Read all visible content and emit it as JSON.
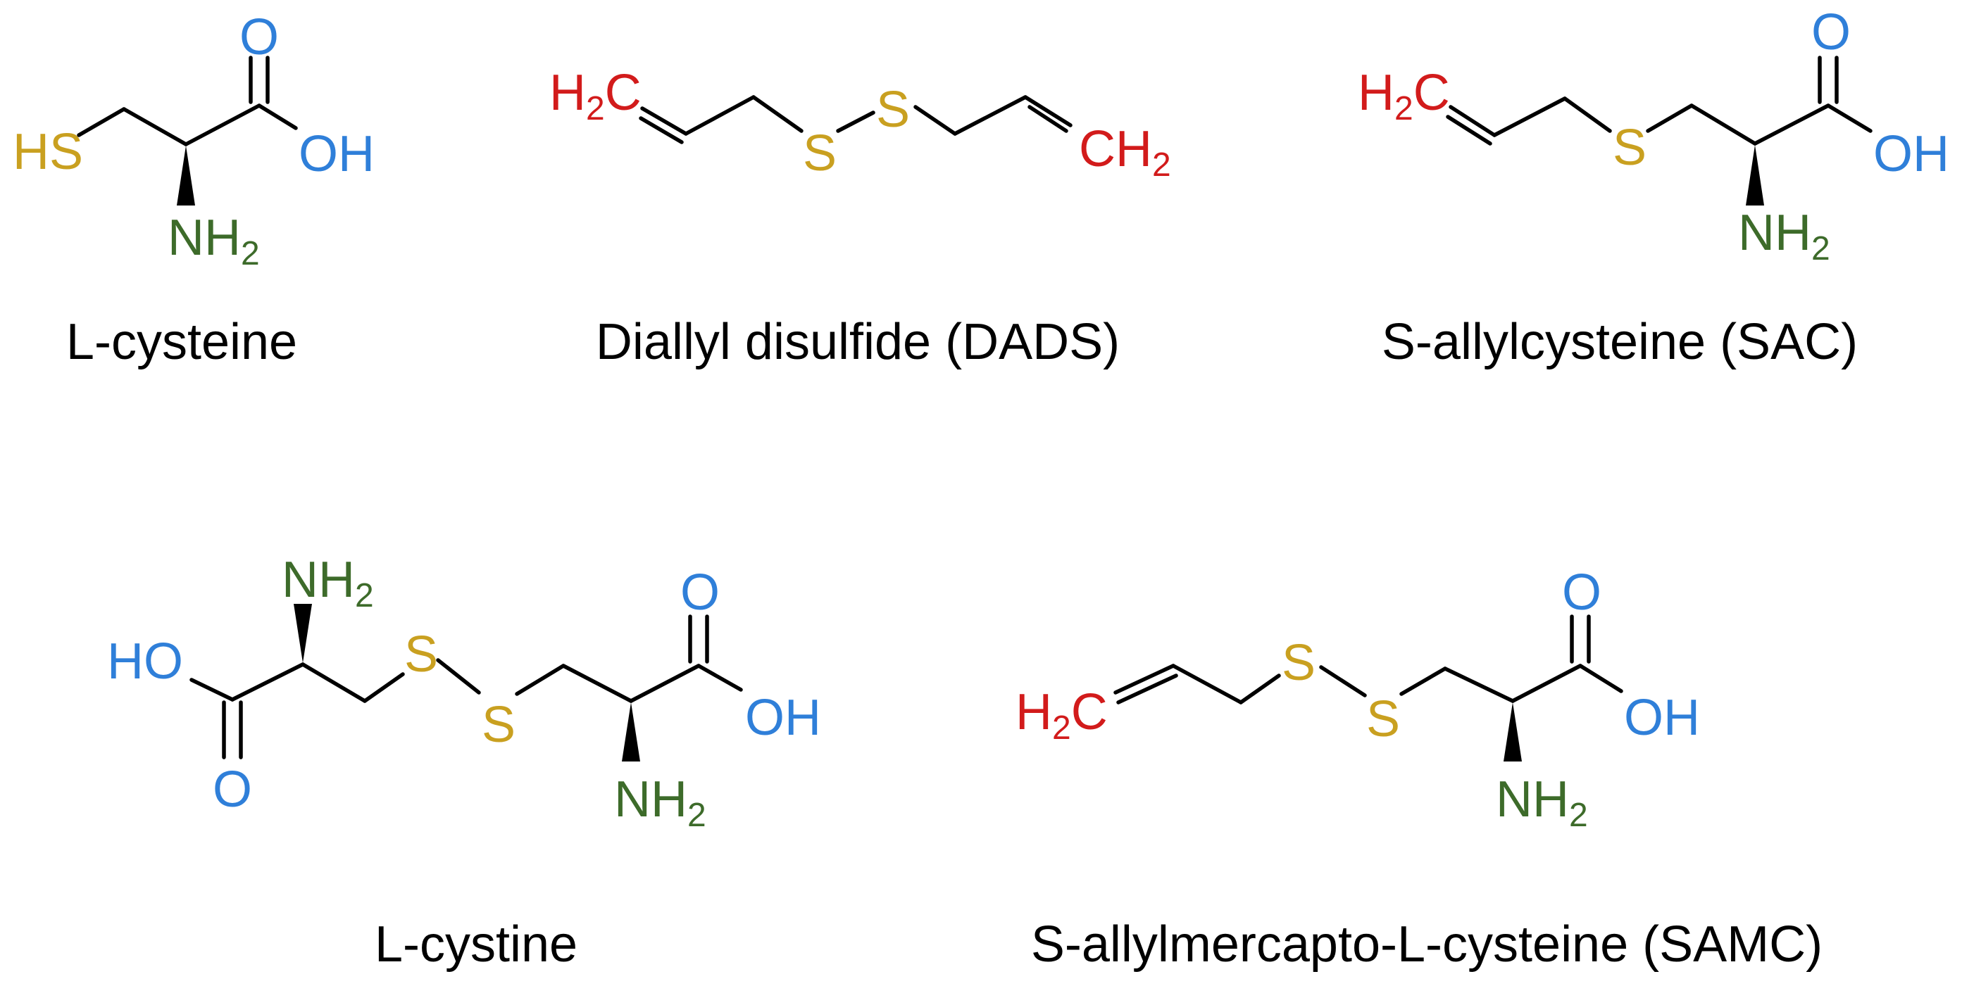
{
  "colors": {
    "sulfur": "#c9a020",
    "oxygen": "#2f7fd9",
    "nitrogen": "#3d6b2a",
    "carbon": "#d21b1b",
    "bond": "#000000"
  },
  "molecules": [
    {
      "name": "L-cysteine",
      "atoms": {
        "s1": "HS",
        "o1": "O",
        "oh1": "OH",
        "n1": "NH",
        "n1_sub": "2"
      }
    },
    {
      "name": "Diallyl disulfide (DADS)",
      "atoms": {
        "c1": "H",
        "c1_sub": "2",
        "c1_tail": "C",
        "s1": "S",
        "s2": "S",
        "c2": "CH",
        "c2_sub": "2"
      }
    },
    {
      "name": "S-allylcysteine (SAC)",
      "atoms": {
        "c1": "H",
        "c1_sub": "2",
        "c1_tail": "C",
        "s1": "S",
        "o1": "O",
        "oh1": "OH",
        "n1": "NH",
        "n1_sub": "2"
      }
    },
    {
      "name": "L-cystine",
      "atoms": {
        "n1": "NH",
        "n1_sub": "2",
        "oh1": "HO",
        "o1": "O",
        "s1": "S",
        "s2": "S",
        "o2": "O",
        "oh2": "OH",
        "n2": "NH",
        "n2_sub": "2"
      }
    },
    {
      "name": "S-allylmercapto-L-cysteine (SAMC)",
      "atoms": {
        "c1": "H",
        "c1_sub": "2",
        "c1_tail": "C",
        "s1": "S",
        "s2": "S",
        "o1": "O",
        "oh1": "OH",
        "n1": "NH",
        "n1_sub": "2"
      }
    }
  ]
}
